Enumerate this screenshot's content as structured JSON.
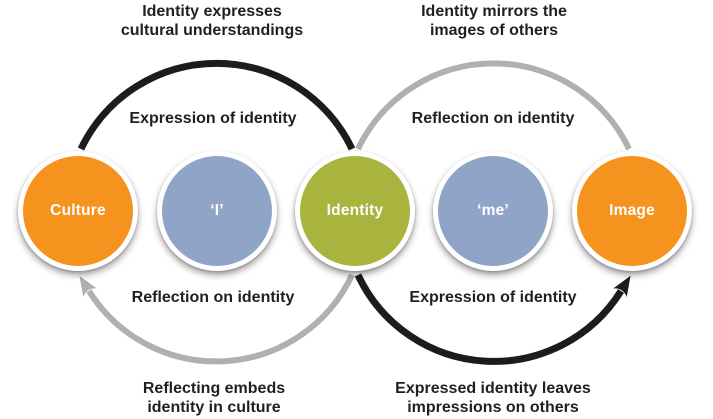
{
  "title": "Identity cycle diagram",
  "colors": {
    "orange": "#F6921E",
    "blue": "#90A4C8",
    "green": "#A8B43D",
    "arc_black": "#1C1C1C",
    "arc_gray": "#B0B0B0",
    "text": "#231F20",
    "node_text": "#FFFFFF"
  },
  "nodes": [
    {
      "id": "culture",
      "label": "Culture",
      "color": "orange"
    },
    {
      "id": "i",
      "label": "‘I’",
      "color": "blue"
    },
    {
      "id": "identity",
      "label": "Identity",
      "color": "green"
    },
    {
      "id": "me",
      "label": "‘me’",
      "color": "blue"
    },
    {
      "id": "image",
      "label": "Image",
      "color": "orange"
    }
  ],
  "left_loop": {
    "top_outside": "Identity expresses\ncultural understandings",
    "top_inside": "Expression of identity",
    "bottom_inside": "Reflection on identity",
    "bottom_outside": "Reflecting embeds\nidentity in culture"
  },
  "right_loop": {
    "top_outside": "Identity mirrors the\nimages of others",
    "top_inside": "Reflection on identity",
    "bottom_inside": "Expression of identity",
    "bottom_outside": "Expressed identity leaves\nimpressions on others"
  }
}
